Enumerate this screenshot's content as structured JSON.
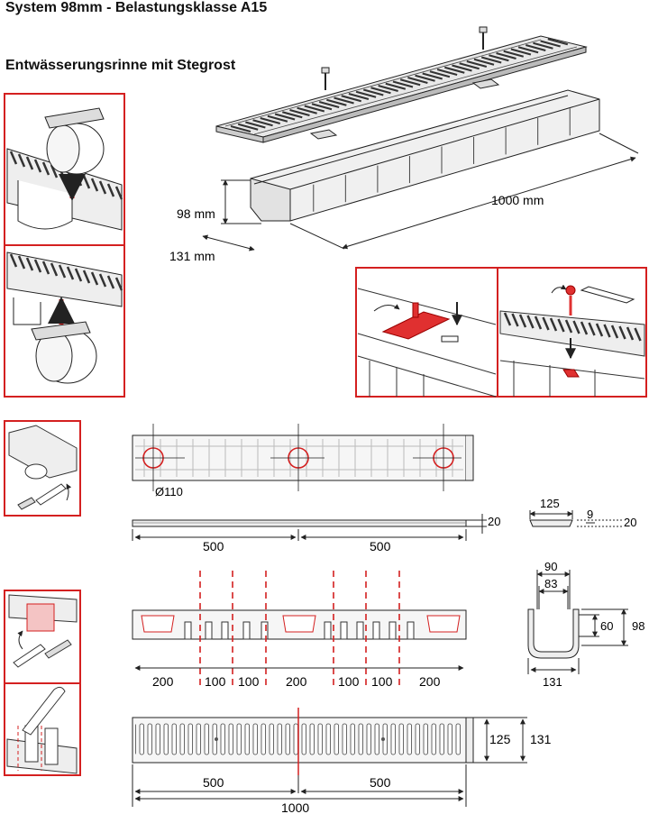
{
  "header": {
    "title": "System 98mm - Belastungsklasse A15",
    "subtitle": "Entwässerungsrinne mit Stegrost"
  },
  "dims": {
    "height": "98 mm",
    "width": "131 mm",
    "length": "1000 mm",
    "diameter": "Ø110",
    "grate_half_left": "500",
    "grate_half_right": "500",
    "grate_thickness": "20",
    "grate_width": "125",
    "grate_lip": "9",
    "grate_lip_height": "20",
    "cut_segments": [
      "200",
      "100",
      "100",
      "200",
      "100",
      "100",
      "200"
    ],
    "profile_top": "90",
    "profile_inner": "83",
    "profile_depth": "60",
    "profile_height": "98",
    "profile_width": "131",
    "top_view_inner": "125",
    "top_view_outer": "131",
    "top_half_left": "500",
    "top_half_right": "500",
    "top_total": "1000"
  },
  "colors": {
    "accent_red": "#d42020",
    "frame_red": "#e03030",
    "line": "#222222",
    "light_fill": "#f2f2f2"
  }
}
